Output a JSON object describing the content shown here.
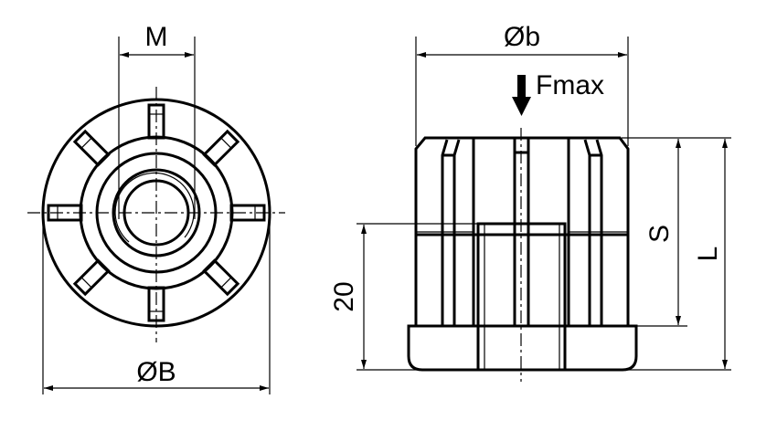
{
  "drawing": {
    "front_view": {
      "label_M": "M",
      "label_diameter_B": "ØB"
    },
    "side_view": {
      "label_diameter_b": "Øb",
      "label_force": "Fmax",
      "label_S": "S",
      "label_L": "L",
      "label_height": "20"
    }
  },
  "colors": {
    "line": "#000000",
    "background": "#ffffff"
  }
}
